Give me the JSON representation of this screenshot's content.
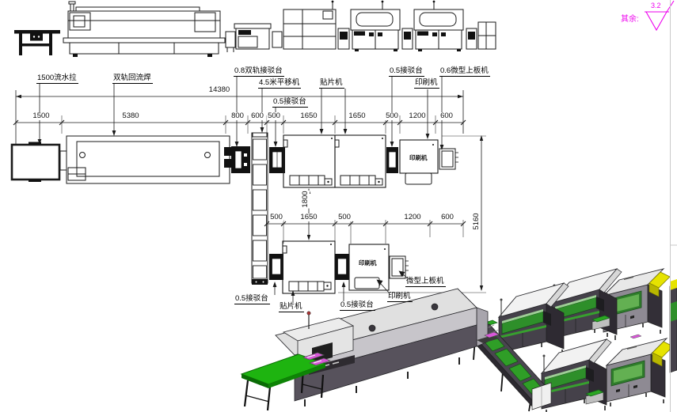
{
  "drawing": {
    "surface_note": {
      "prefix": "其余:",
      "roughness": "3.2"
    },
    "labels": {
      "flow_line": "1500流水拉",
      "reflow_oven": "双轨回流焊",
      "dual_track_connector": "0.8双轨接驳台",
      "connector_top": "0.5接驳台",
      "micro_loader_top": "0.6微型上板机",
      "shuttle": "4.5米平移机",
      "mounter_top": "贴片机",
      "printer_top": "印刷机",
      "connector_mid": "0.5接驳台",
      "printer_inline_top": "印刷机",
      "printer_inline_bottom": "印刷机",
      "connector_bottom_left": "0.5接驳台",
      "mounter_bottom": "贴片机",
      "connector_bottom_right": "0.5接驳台",
      "printer_bottom": "印刷机",
      "micro_loader_bottom": "微型上板机"
    },
    "dimensions": {
      "overall_length": "14380",
      "row_top": [
        "1500",
        "5380",
        "800",
        "600",
        "500",
        "1650",
        "1650",
        "500",
        "1200",
        "600"
      ],
      "row_bottom": [
        "500",
        "1650",
        "500",
        "1200",
        "600"
      ],
      "vertical_pitch": "1800",
      "vertical_total": "5160"
    }
  }
}
